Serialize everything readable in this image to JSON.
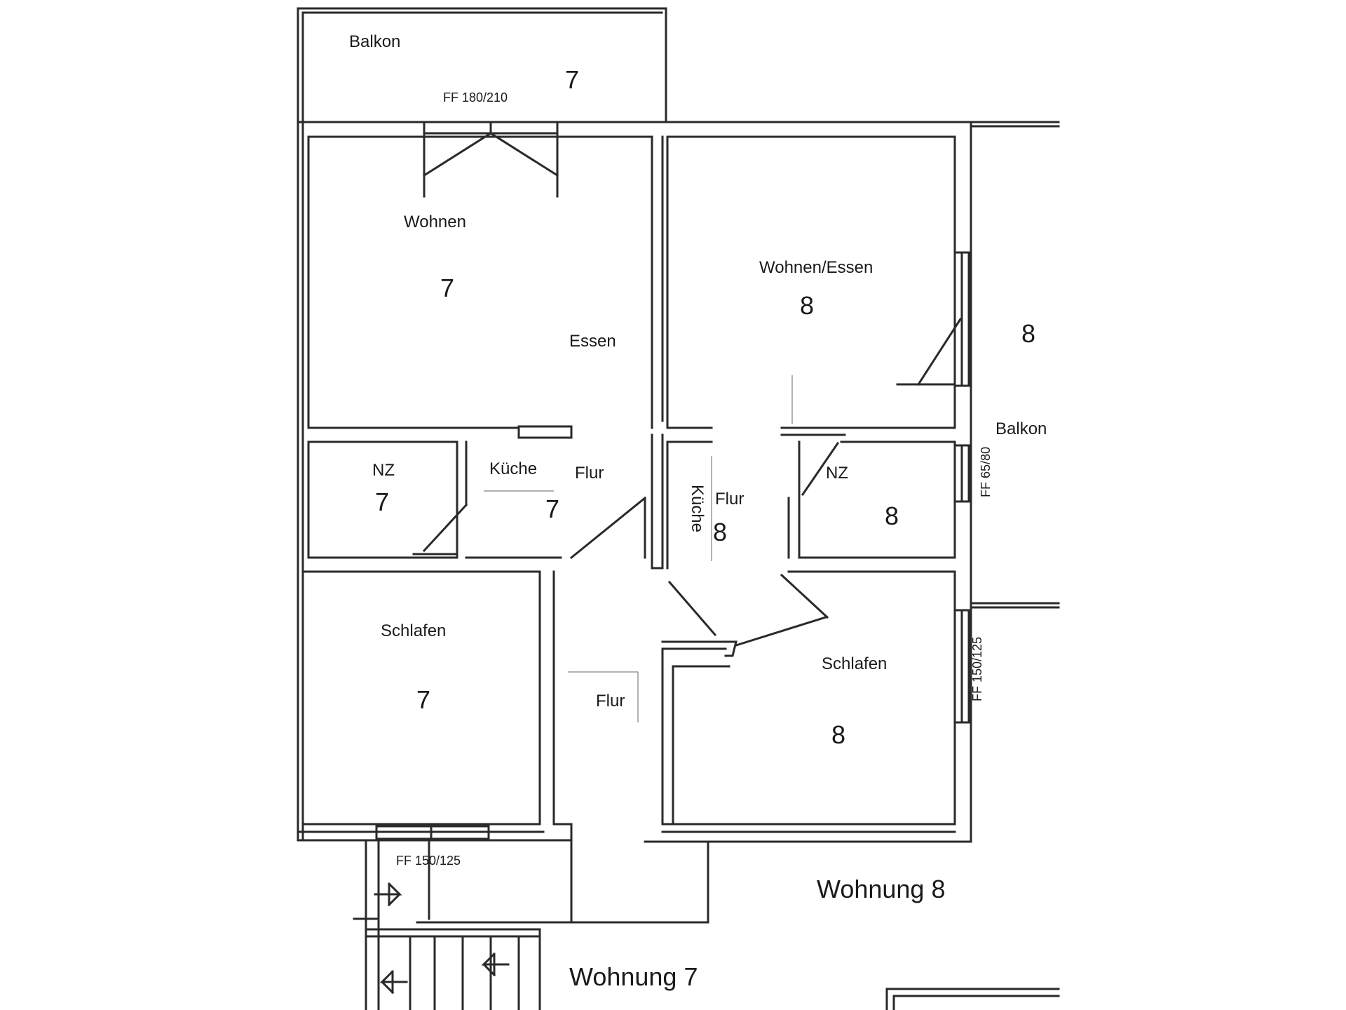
{
  "labels": {
    "balkon_7": "Balkon",
    "balkon_7_num": "7",
    "ff_balkon": "FF 180/210",
    "wohnen_7": "Wohnen",
    "wohnen_7_num": "7",
    "essen_7": "Essen",
    "nz_7": "NZ",
    "nz_7_num": "7",
    "kueche_7": "Küche",
    "kueche_7_num": "7",
    "flur_7_upper": "Flur",
    "schlafen_7": "Schlafen",
    "schlafen_7_num": "7",
    "flur_7_lower": "Flur",
    "ff_schlafen_7": "FF 150/125",
    "wohnung_7": "Wohnung 7",
    "wohnen_essen_8": "Wohnen/Essen",
    "wohnen_essen_8_num": "8",
    "balkon_8": "Balkon",
    "balkon_8_num": "8",
    "ff_balkon_8": "FF 65/80",
    "kueche_8": "Küche",
    "flur_8": "Flur",
    "kueche_flur_8_num": "8",
    "nz_8": "NZ",
    "nz_8_num": "8",
    "schlafen_8": "Schlafen",
    "schlafen_8_num": "8",
    "ff_schlafen_8": "FF 150/125",
    "wohnung_8": "Wohnung 8"
  },
  "colors": {
    "wall": "#2a2a2a",
    "background": "#ffffff"
  }
}
